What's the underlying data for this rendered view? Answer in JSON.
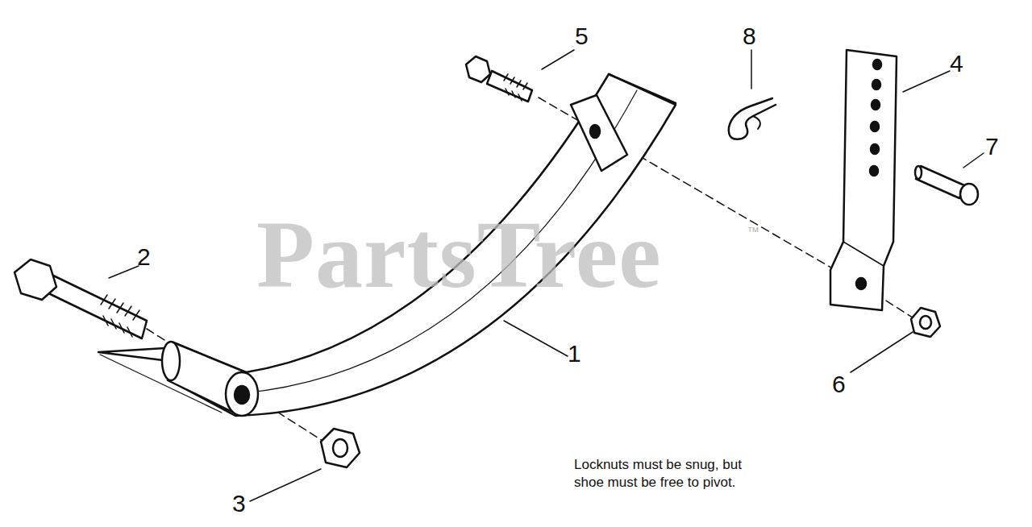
{
  "diagram": {
    "labels": [
      "5",
      "8",
      "4",
      "7",
      "2",
      "1",
      "6",
      "3",
      "Locknuts must be snug, but shoe must be free to pivot.",
      "PartsTree",
      "™"
    ]
  }
}
